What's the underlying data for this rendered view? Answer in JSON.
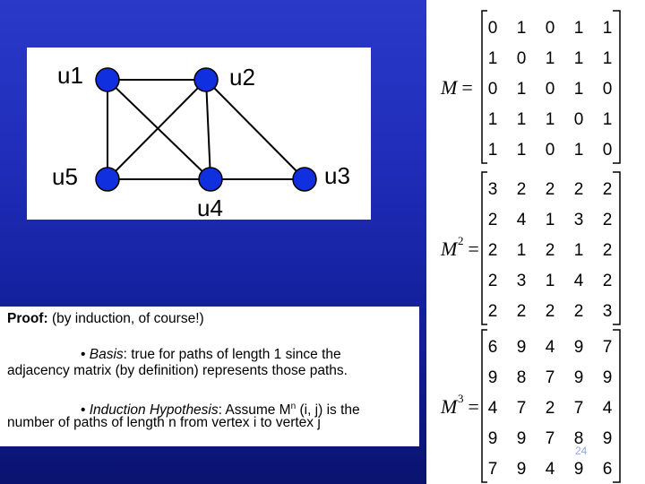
{
  "graph": {
    "vertices": [
      {
        "id": "u1",
        "label": "u1"
      },
      {
        "id": "u2",
        "label": "u2"
      },
      {
        "id": "u3",
        "label": "u3"
      },
      {
        "id": "u4",
        "label": "u4"
      },
      {
        "id": "u5",
        "label": "u5"
      }
    ],
    "edges": [
      [
        "u1",
        "u2"
      ],
      [
        "u1",
        "u5"
      ],
      [
        "u1",
        "u4"
      ],
      [
        "u2",
        "u5"
      ],
      [
        "u2",
        "u4"
      ],
      [
        "u2",
        "u3"
      ],
      [
        "u5",
        "u4"
      ],
      [
        "u4",
        "u3"
      ]
    ],
    "node_color": "#1030e0",
    "edge_color": "#000000"
  },
  "proof": {
    "title_bold": "Proof:",
    "title_rest": " (by induction, of course!)",
    "basis_bullet": "• ",
    "basis_label": "Basis",
    "basis_text": ": true for paths of length 1 since the",
    "basis_text2": "adjacency matrix (by definition) represents those paths.",
    "ih_bullet": "• ",
    "ih_label": "Induction Hypothesis",
    "ih_text_a": ": Assume M",
    "ih_sup": "n",
    "ih_text_b": " (i, j) is the",
    "ih_text2": "number of paths of length n from vertex i to vertex j"
  },
  "matrices": [
    {
      "name": "M",
      "power": "",
      "equals": "=",
      "rows": [
        [
          0,
          1,
          0,
          1,
          1
        ],
        [
          1,
          0,
          1,
          1,
          1
        ],
        [
          0,
          1,
          0,
          1,
          0
        ],
        [
          1,
          1,
          1,
          0,
          1
        ],
        [
          1,
          1,
          0,
          1,
          0
        ]
      ]
    },
    {
      "name": "M",
      "power": "2",
      "equals": "=",
      "rows": [
        [
          3,
          2,
          2,
          2,
          2
        ],
        [
          2,
          4,
          1,
          3,
          2
        ],
        [
          2,
          1,
          2,
          1,
          2
        ],
        [
          2,
          3,
          1,
          4,
          2
        ],
        [
          2,
          2,
          2,
          2,
          3
        ]
      ]
    },
    {
      "name": "M",
      "power": "3",
      "equals": "=",
      "rows": [
        [
          6,
          9,
          4,
          9,
          7
        ],
        [
          9,
          8,
          7,
          9,
          9
        ],
        [
          4,
          7,
          2,
          7,
          4
        ],
        [
          9,
          9,
          7,
          8,
          9
        ],
        [
          7,
          9,
          4,
          9,
          6
        ]
      ]
    }
  ],
  "slide_number": "24",
  "colors": {
    "background": "#1e2cb8",
    "panel": "#ffffff",
    "slide_number": "#8fa8e8"
  }
}
